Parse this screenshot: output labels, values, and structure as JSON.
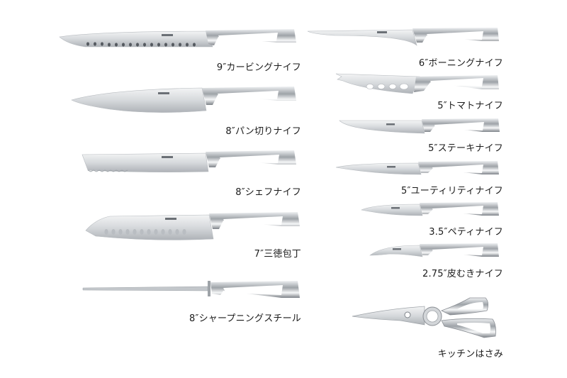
{
  "page": {
    "background": "#ffffff",
    "steel_color": "#c9ccd0",
    "steel_highlight": "#f4f5f6",
    "steel_shadow": "#8a8e94"
  },
  "left_column": [
    {
      "id": "carving",
      "label": "9″カービングナイフ"
    },
    {
      "id": "bread",
      "label": "8″パン切りナイフ"
    },
    {
      "id": "chef",
      "label": "8″シェフナイフ"
    },
    {
      "id": "santoku",
      "label": "7″三徳包丁"
    },
    {
      "id": "sharpening-steel",
      "label": "8″シャープニングスチール"
    }
  ],
  "right_column": [
    {
      "id": "boning",
      "label": "6″ボーニングナイフ"
    },
    {
      "id": "tomato",
      "label": "5″トマトナイフ"
    },
    {
      "id": "steak",
      "label": "5″ステーキナイフ"
    },
    {
      "id": "utility",
      "label": "5″ユーティリティナイフ"
    },
    {
      "id": "petty",
      "label": "3.5″ペティナイフ"
    },
    {
      "id": "peeling",
      "label": "2.75″皮むきナイフ"
    },
    {
      "id": "scissors",
      "label": "キッチンはさみ"
    }
  ]
}
